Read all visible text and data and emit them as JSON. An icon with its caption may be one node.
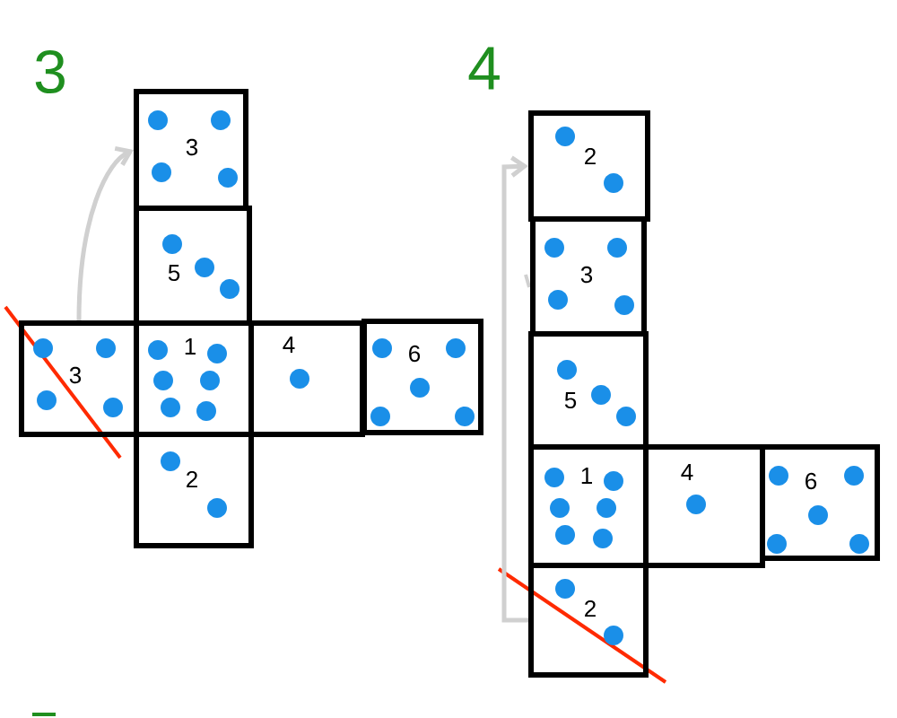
{
  "diagram": {
    "nodes": [
      {
        "text": [
          "3"
        ]
      },
      {
        "text": [
          "5"
        ]
      },
      {
        "text": [
          "3"
        ]
      },
      {
        "text": [
          "1"
        ]
      },
      {
        "text": [
          "4"
        ]
      },
      {
        "text": [
          "6"
        ]
      },
      {
        "text": [
          "2"
        ]
      },
      {
        "text": [
          "2"
        ]
      },
      {
        "text": [
          "3"
        ]
      },
      {
        "text": [
          "5"
        ]
      },
      {
        "text": [
          "1"
        ]
      },
      {
        "text": [
          "4"
        ]
      },
      {
        "text": [
          "6"
        ]
      },
      {
        "text": [
          "2"
        ]
      }
    ],
    "edges": [
      {
        "from": 2,
        "to": 0,
        "arrow": "to"
      },
      {
        "from": 13,
        "to": 7,
        "arrow": "to"
      }
    ],
    "labels": [
      "3",
      "4"
    ]
  }
}
